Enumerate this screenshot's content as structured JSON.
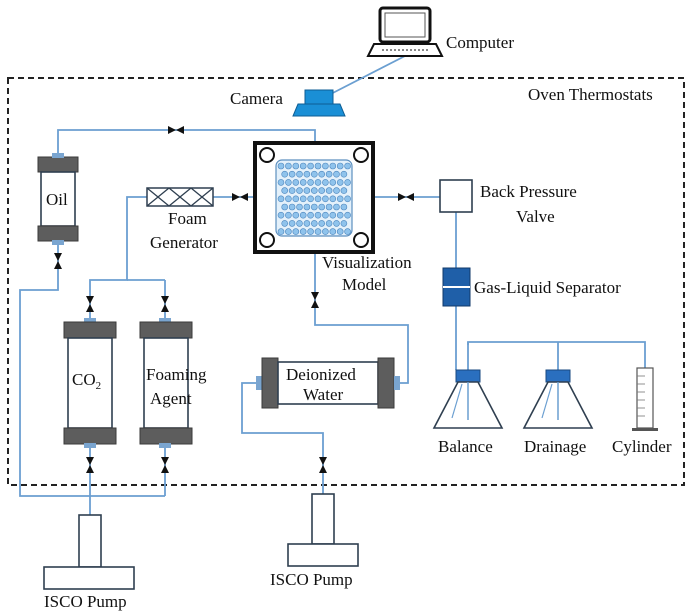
{
  "labels": {
    "computer": "Computer",
    "camera": "Camera",
    "oven": "Oven Thermostats",
    "oil": "Oil",
    "foam_generator_line1": "Foam",
    "foam_generator_line2": "Generator",
    "visualization_line1": "Visualization",
    "visualization_line2": "Model",
    "back_pressure_line1": "Back Pressure",
    "back_pressure_line2": "Valve",
    "separator": "Gas-Liquid Separator",
    "co2_main": "CO",
    "co2_sub": "2",
    "foaming_line1": "Foaming",
    "foaming_line2": "Agent",
    "deionized_line1": "Deionized",
    "deionized_line2": "Water",
    "balance": "Balance",
    "drainage": "Drainage",
    "cylinder": "Cylinder",
    "isco_left": "ISCO Pump",
    "isco_right": "ISCO Pump"
  },
  "colors": {
    "pipe": "#6b9fd1",
    "outline": "#2f3f50",
    "cap": "#5d5d5d",
    "camera": "#1a8fd6",
    "separator": "#1f5fa8",
    "bead": "#8fc3ec"
  }
}
